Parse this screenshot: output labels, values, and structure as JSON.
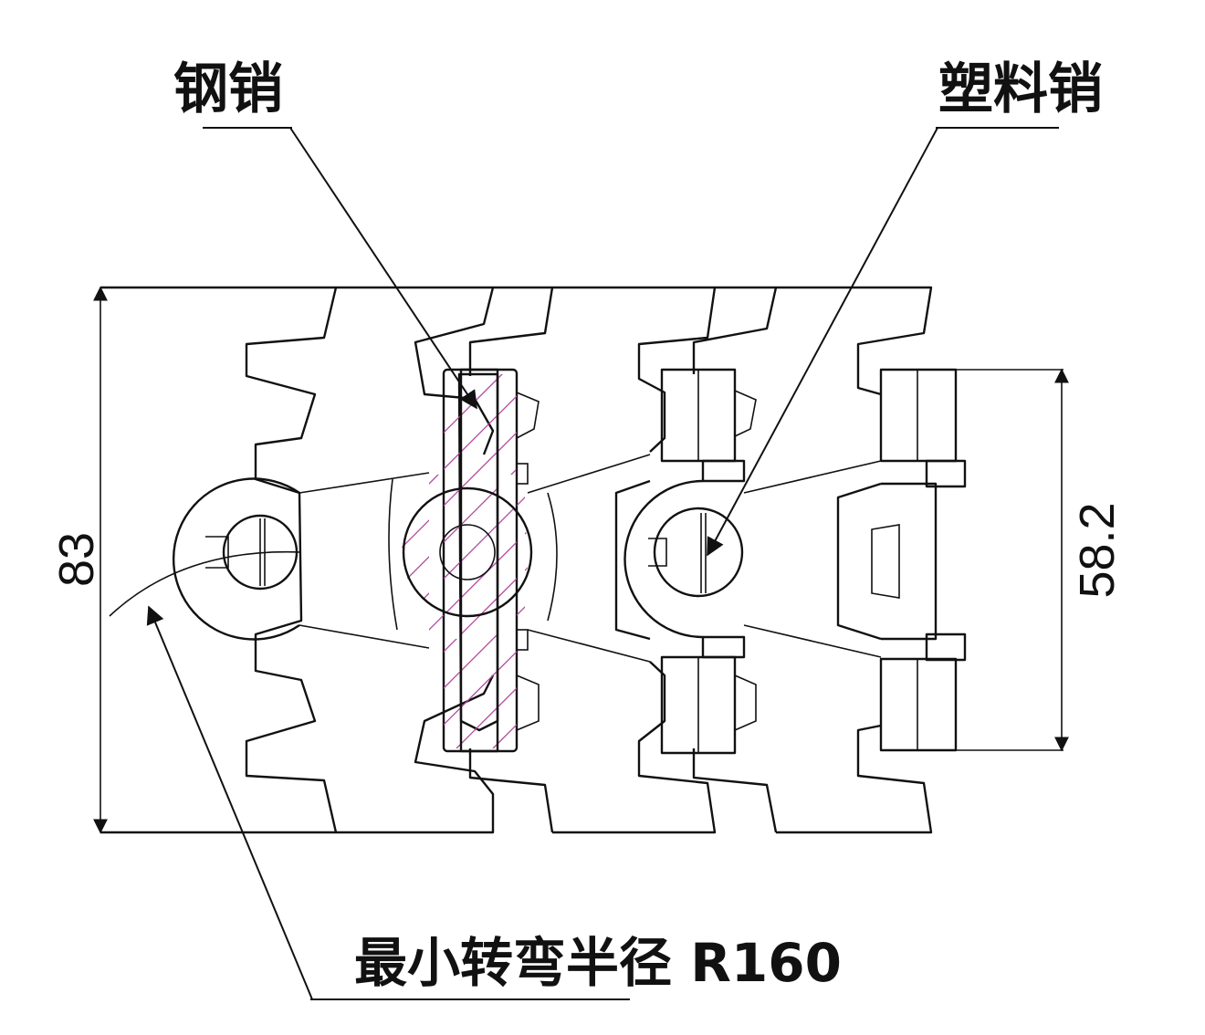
{
  "labels": {
    "steel_pin": "钢销",
    "plastic_pin": "塑料销",
    "min_radius": "最小转弯半径 R160"
  },
  "dimensions": {
    "overall_height": "83",
    "pin_length": "58.2"
  },
  "colors": {
    "line": "#111111",
    "hatch": "#b0469a",
    "background": "#ffffff"
  }
}
